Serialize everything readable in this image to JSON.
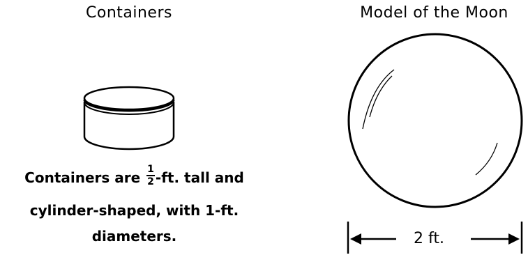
{
  "containers": {
    "title": "Containers",
    "caption": {
      "line1_before": "Containers are ",
      "fraction_numerator": "1",
      "fraction_denominator": "2",
      "line1_after": "-ft. tall and",
      "line2": "cylinder-shaped, with 1-ft.",
      "line3": "diameters."
    }
  },
  "moon_model": {
    "title": "Model of the Moon",
    "diameter_label": "2 ft."
  }
}
